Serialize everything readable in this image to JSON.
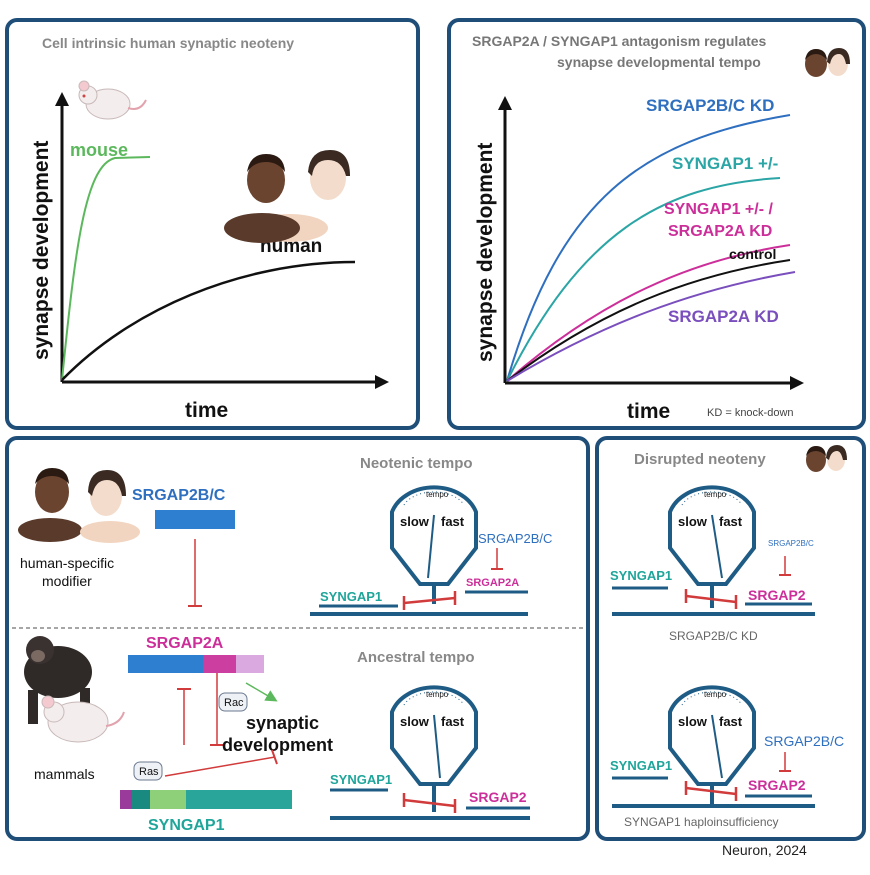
{
  "panel_a": {
    "title": "Cell intrinsic human synaptic neoteny",
    "ylabel": "synapse development",
    "xlabel": "time",
    "mouse_label": "mouse",
    "human_label": "human"
  },
  "panel_b": {
    "title_line1": "SRGAP2A / SYNGAP1 antagonism regulates",
    "title_line2": "synapse developmental tempo",
    "ylabel": "synapse development",
    "xlabel": "time",
    "footnote": "KD = knock-down",
    "curves": [
      {
        "label": "SRGAP2B/C KD",
        "color": "#2f6fbf"
      },
      {
        "label": "SYNGAP1 +/-",
        "color": "#2ba5a5"
      },
      {
        "label_line1": "SYNGAP1 +/- /",
        "label_line2": "SRGAP2A KD",
        "color": "#cc2f9a"
      },
      {
        "label": "control",
        "color": "#111111"
      },
      {
        "label": "SRGAP2A KD",
        "color": "#7a4fbd"
      }
    ]
  },
  "panel_c": {
    "srgap2bc_label": "SRGAP2B/C",
    "modifier_line1": "human-specific",
    "modifier_line2": "modifier",
    "srgap2a_label": "SRGAP2A",
    "rac_label": "Rac",
    "ras_label": "Ras",
    "synaptic_line1": "synaptic",
    "synaptic_line2": "development",
    "mammals_label": "mammals",
    "syngap1_label": "SYNGAP1",
    "neotenic_title": "Neotenic tempo",
    "ancestral_title": "Ancestral tempo",
    "gauge_slow": "slow",
    "gauge_fast": "fast",
    "gauge_tempo": "tempo",
    "neo_syngap1": "SYNGAP1",
    "neo_srgap2bc": "SRGAP2B/C",
    "neo_srgap2a": "SRGAP2A",
    "anc_syngap1": "SYNGAP1",
    "anc_srgap2": "SRGAP2"
  },
  "panel_d": {
    "title": "Disrupted neoteny",
    "kd_srgap2bc": "SRGAP2B/C",
    "kd_syngap1": "SYNGAP1",
    "kd_srgap2": "SRGAP2",
    "kd_caption": "SRGAP2B/C KD",
    "hap_srgap2bc": "SRGAP2B/C",
    "hap_syngap1": "SYNGAP1",
    "hap_srgap2": "SRGAP2",
    "hap_caption": "SYNGAP1 haploinsufficiency"
  },
  "credit": "Neuron, 2024",
  "colors": {
    "frame": "#1f4e79",
    "blue": "#2f6fbf",
    "teal": "#1fa59a",
    "magenta": "#cc2f9a",
    "purple": "#7a4fbd",
    "green": "#5cb85c",
    "inhibit": "#d23b3b",
    "gauge": "#1f5c85"
  }
}
